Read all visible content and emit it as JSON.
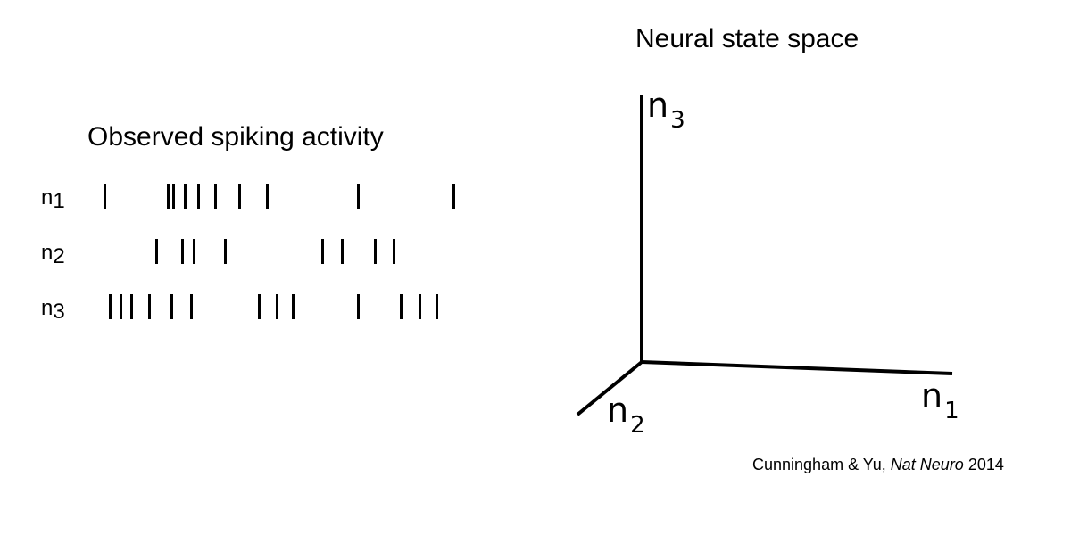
{
  "left_panel": {
    "title": "Observed spiking activity",
    "neurons": [
      {
        "name": "n",
        "sub": "1"
      },
      {
        "name": "n",
        "sub": "2"
      },
      {
        "name": "n",
        "sub": "3"
      }
    ]
  },
  "right_panel": {
    "title": "Neural state space",
    "axes": {
      "n1": {
        "name": "n",
        "sub": "1"
      },
      "n2": {
        "name": "n",
        "sub": "2"
      },
      "n3": {
        "name": "n",
        "sub": "3"
      }
    }
  },
  "citation": {
    "authors": "Cunningham & Yu, ",
    "journal": "Nat Neuro",
    "year": " 2014"
  }
}
